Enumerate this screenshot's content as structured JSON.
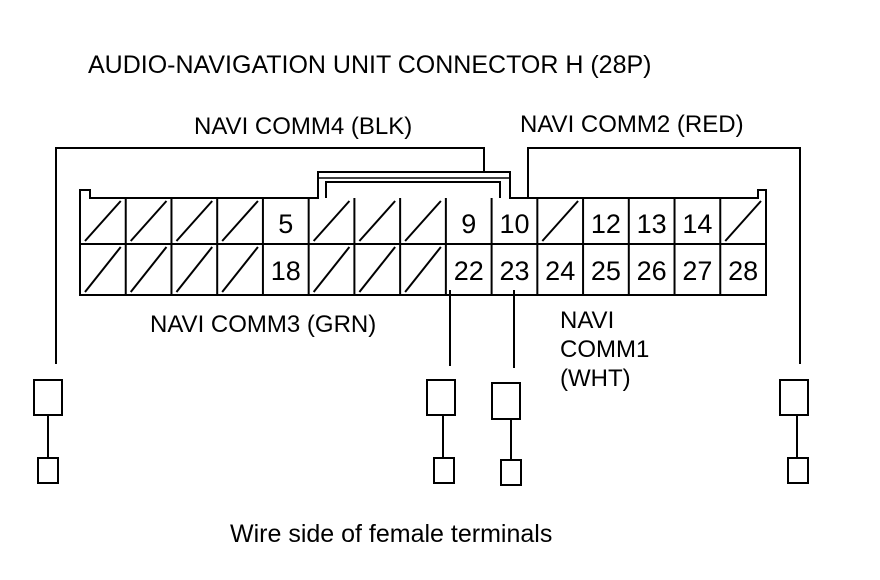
{
  "title": "AUDIO-NAVIGATION UNIT CONNECTOR H (28P)",
  "footer": "Wire side of female terminals",
  "top_row_pins": [
    "",
    "",
    "",
    "",
    "5",
    "",
    "",
    "",
    "9",
    "10",
    "",
    "12",
    "13",
    "14",
    ""
  ],
  "bottom_row_pins": [
    "",
    "",
    "",
    "",
    "18",
    "",
    "",
    "",
    "22",
    "23",
    "24",
    "25",
    "26",
    "27",
    "28"
  ],
  "wires": {
    "comm4": "NAVI COMM4 (BLK)",
    "comm2": "NAVI COMM2 (RED)",
    "comm3": "NAVI COMM3 (GRN)",
    "comm1": [
      "NAVI",
      "COMM1",
      "(WHT)"
    ]
  }
}
